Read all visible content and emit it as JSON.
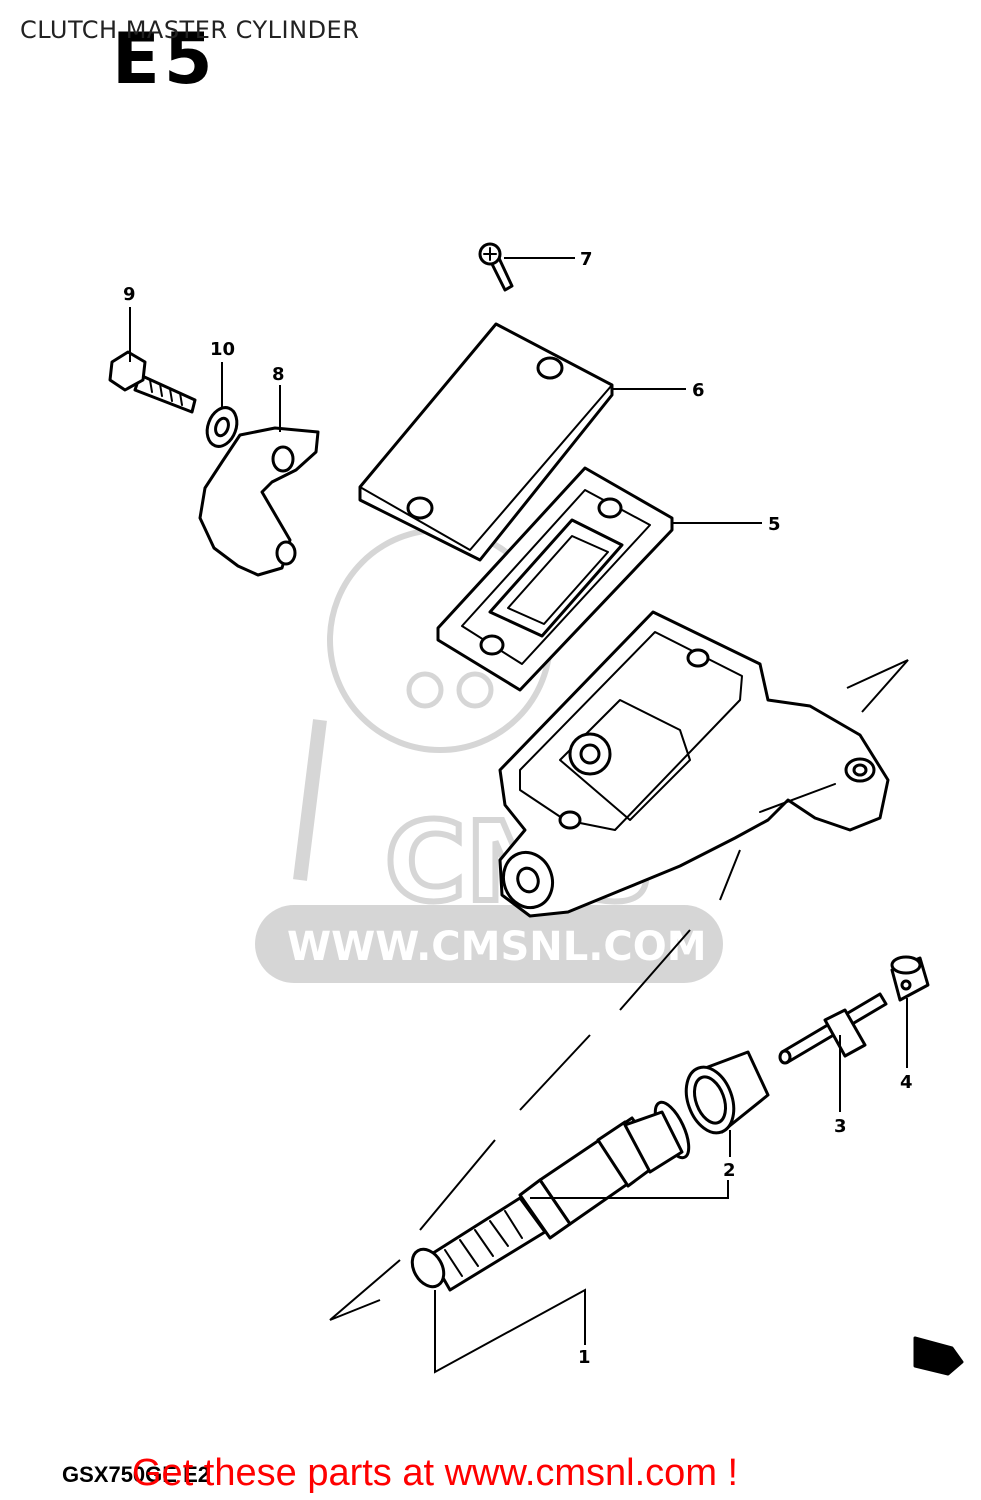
{
  "header": {
    "title": "CLUTCH MASTER CYLINDER",
    "region_code": "E5"
  },
  "watermark": {
    "logo_text": "CMS",
    "site": "WWW.CMSNL.COM",
    "color": "#d6d6d6"
  },
  "parts": [
    {
      "number": "1"
    },
    {
      "number": "2"
    },
    {
      "number": "3"
    },
    {
      "number": "4"
    },
    {
      "number": "5"
    },
    {
      "number": "6"
    },
    {
      "number": "7"
    },
    {
      "number": "8"
    },
    {
      "number": "9"
    },
    {
      "number": "10"
    }
  ],
  "footer": {
    "model_code": "GSX750GE E2",
    "cta": "Get these parts at www.cmsnl.com !",
    "cta_color": "#ff0000"
  }
}
